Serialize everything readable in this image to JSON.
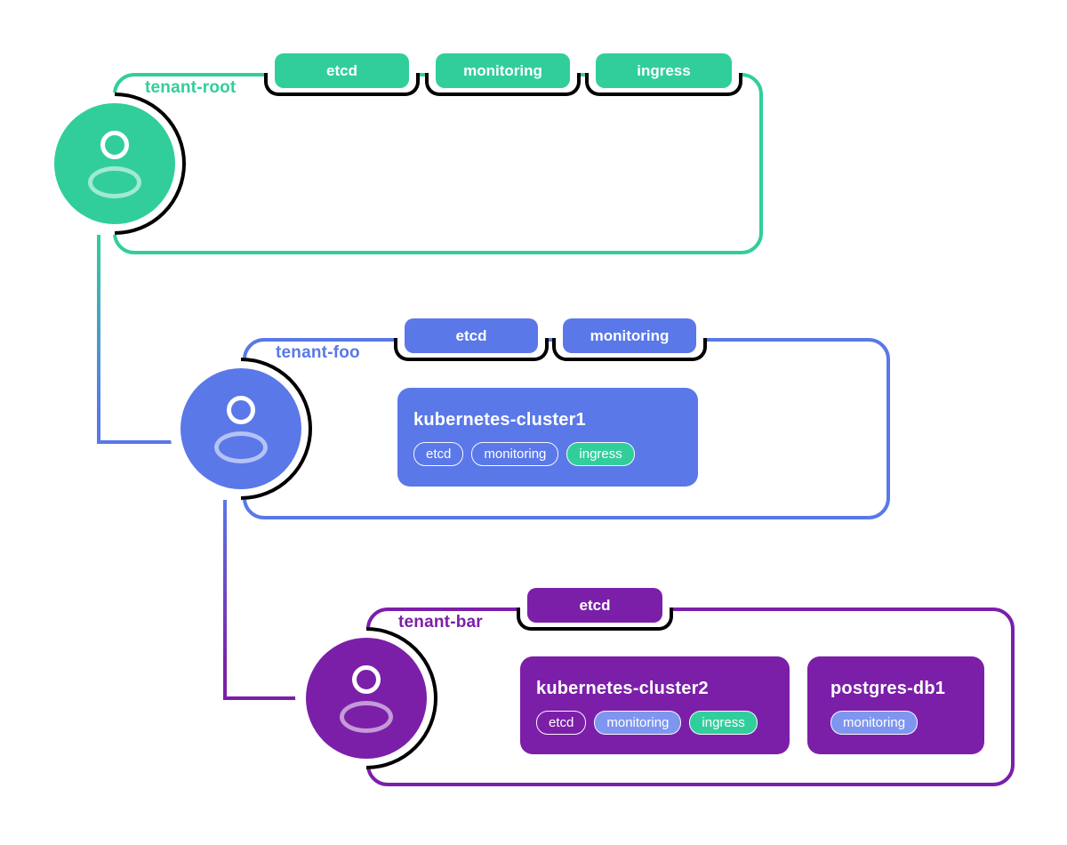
{
  "palette": {
    "green": "#31ce9c",
    "blue": "#5a78e8",
    "purple": "#7c1fa8",
    "pillblue": "#7e96f0"
  },
  "tenants": [
    {
      "label": "tenant-root",
      "color": "green",
      "tabs": [
        "etcd",
        "monitoring",
        "ingress"
      ],
      "workloads": []
    },
    {
      "label": "tenant-foo",
      "color": "blue",
      "tabs": [
        "etcd",
        "monitoring"
      ],
      "workloads": [
        {
          "name": "kubernetes-cluster1",
          "pills": [
            {
              "label": "etcd",
              "variant": "outline"
            },
            {
              "label": "monitoring",
              "variant": "outline"
            },
            {
              "label": "ingress",
              "variant": "green"
            }
          ]
        }
      ]
    },
    {
      "label": "tenant-bar",
      "color": "purple",
      "tabs": [
        "etcd"
      ],
      "workloads": [
        {
          "name": "kubernetes-cluster2",
          "pills": [
            {
              "label": "etcd",
              "variant": "outline"
            },
            {
              "label": "monitoring",
              "variant": "blue"
            },
            {
              "label": "ingress",
              "variant": "green"
            }
          ]
        },
        {
          "name": "postgres-db1",
          "pills": [
            {
              "label": "monitoring",
              "variant": "blue"
            }
          ]
        }
      ]
    }
  ]
}
